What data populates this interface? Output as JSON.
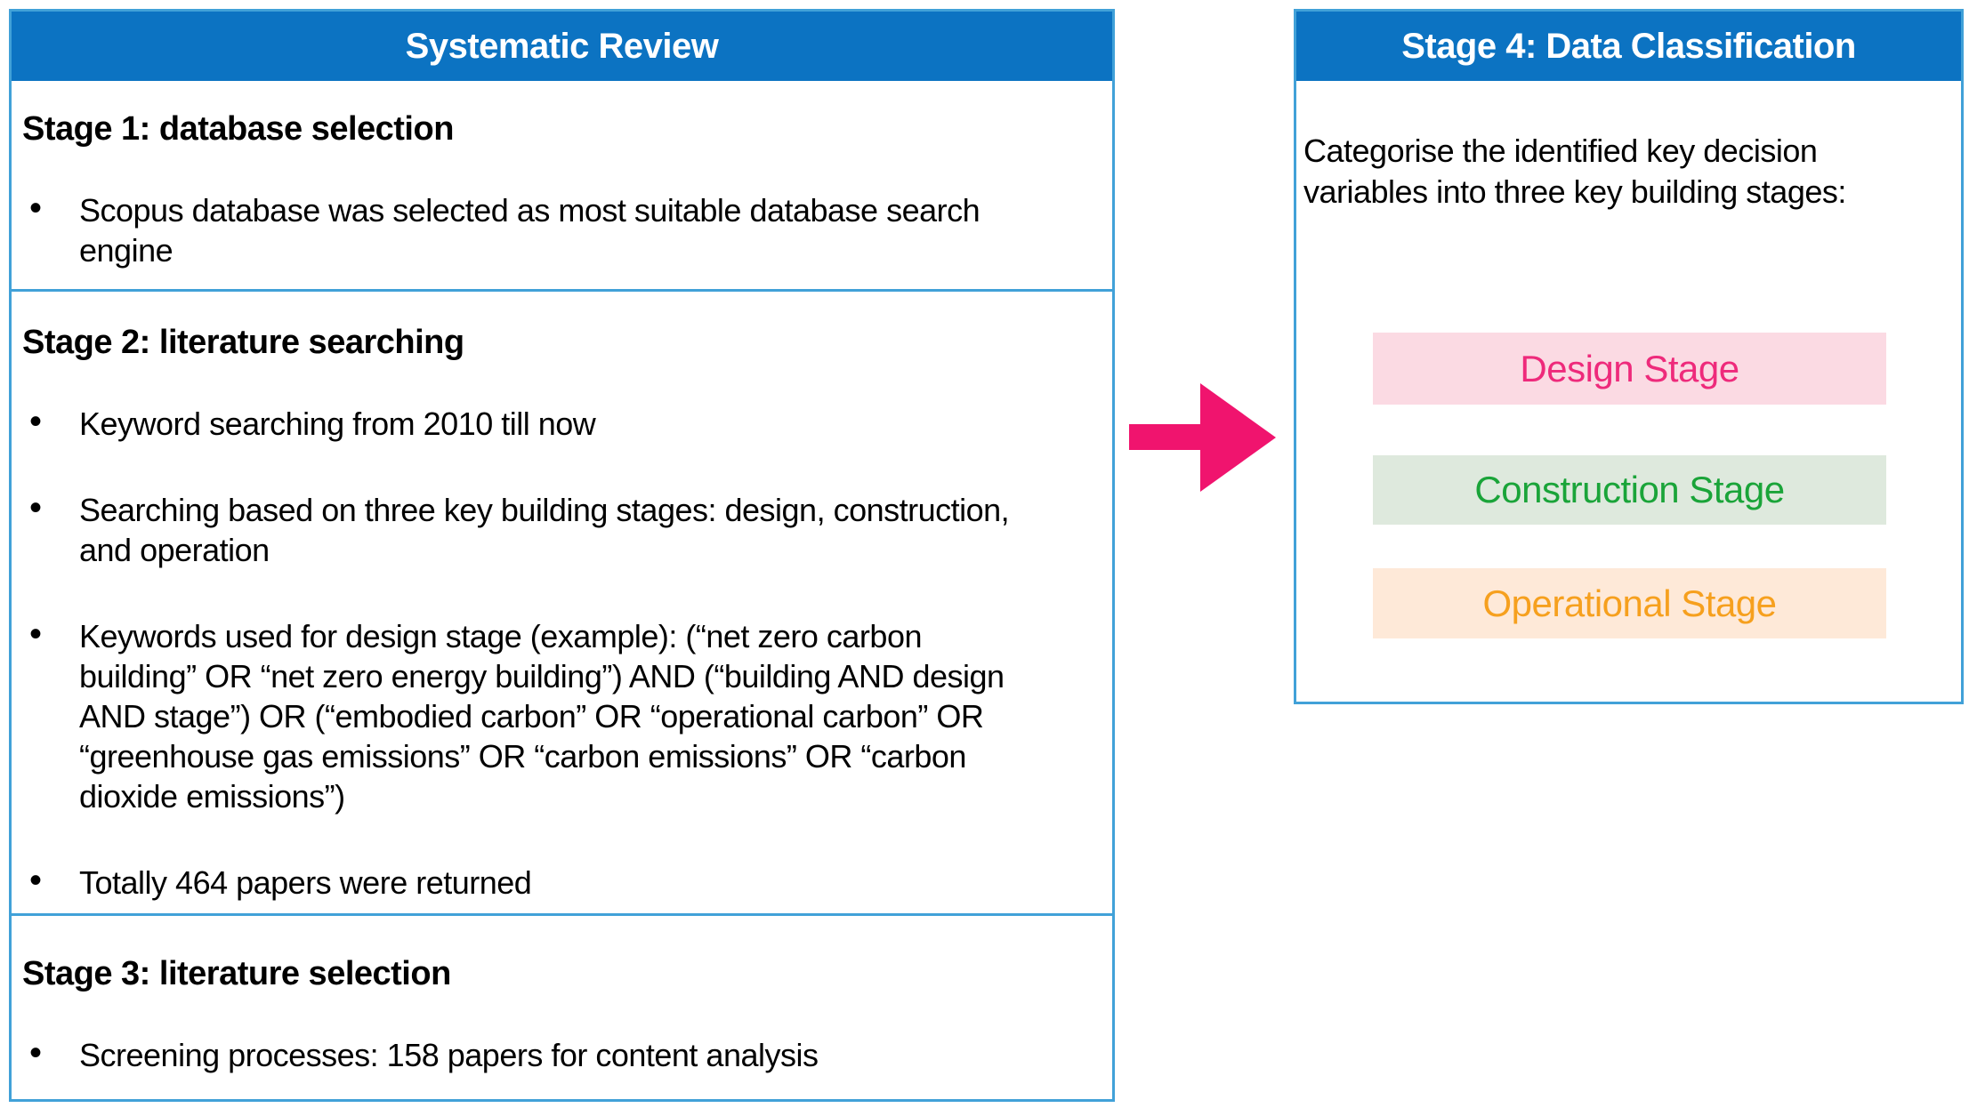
{
  "colors": {
    "header_blue": "#0c73c2",
    "panel_border_blue": "#41a1d8",
    "arrow_pink": "#f0146e"
  },
  "left_panel": {
    "title": "Systematic Review",
    "sections": [
      {
        "heading": "Stage 1: database selection",
        "bullets": [
          {
            "lines": [
              "Scopus database was selected as most suitable database search",
              "engine"
            ]
          }
        ]
      },
      {
        "heading": "Stage 2: literature searching",
        "bullets": [
          {
            "lines": [
              "Keyword searching from 2010 till now"
            ]
          },
          {
            "lines": [
              "Searching based on three key building stages: design, construction,",
              "and operation"
            ]
          },
          {
            "lines": [
              "Keywords used for design stage (example): (“net zero carbon",
              "building” OR “net zero energy building”)  AND (“building AND design",
              "AND stage”) OR (“embodied carbon” OR “operational carbon” OR",
              "“greenhouse gas emissions” OR “carbon emissions” OR “carbon",
              "dioxide emissions”)"
            ]
          },
          {
            "lines": [
              "Totally 464 papers were returned"
            ]
          }
        ]
      },
      {
        "heading": "Stage 3: literature selection",
        "bullets": [
          {
            "lines": [
              "Screening processes: 158 papers for content analysis"
            ]
          }
        ]
      }
    ]
  },
  "arrow": {
    "meaning": "flow from systematic review to data classification",
    "color": "#f0146e"
  },
  "right_panel": {
    "title": "Stage 4: Data Classification",
    "body_lines": [
      "Categorise the identified key decision",
      "variables into three key building stages:"
    ],
    "stages": [
      {
        "label": "Design Stage",
        "bg": "#fbdae3",
        "color": "#ee2a7b"
      },
      {
        "label": "Construction Stage",
        "bg": "#dee9dd",
        "color": "#1aa439"
      },
      {
        "label": "Operational Stage",
        "bg": "#fee9d8",
        "color": "#f6a01e"
      }
    ]
  }
}
